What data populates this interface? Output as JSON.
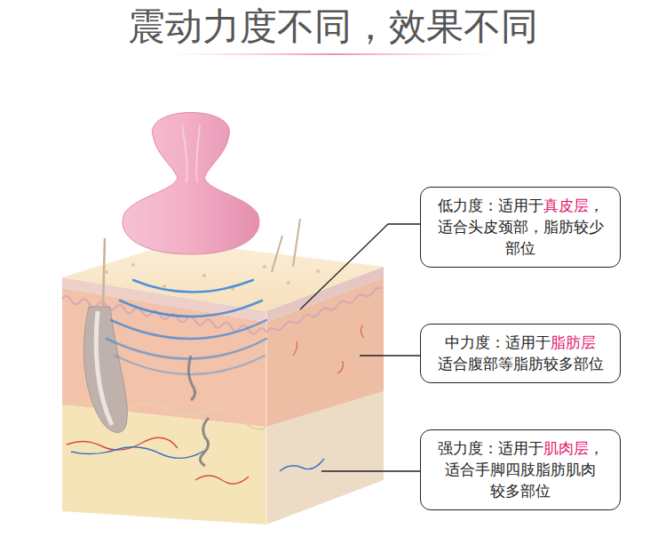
{
  "diagram": {
    "title": "震动力度不同，效果不同",
    "nodes": [
      {
        "text": [
          "低力度：适用于真皮层， 适合头皮颈部，脂肪较少 部位"
        ]
      },
      {
        "text": [
          "中力度：适用于脂肪层 适合腹部等脂肪较多部位"
        ]
      },
      {
        "text": [
          "强力度：适用于肌肉层， 适合手脚四肢脂肪肌肉 较多部位"
        ]
      }
    ]
  }
}
